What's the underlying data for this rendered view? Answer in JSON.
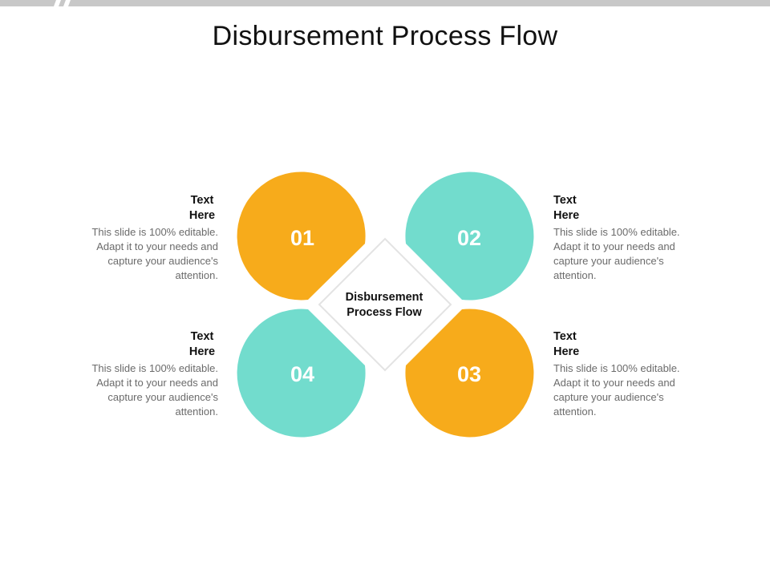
{
  "title": "Disbursement Process Flow",
  "center_label": "Disbursement Process Flow",
  "colors": {
    "orange": "#F7AB1B",
    "teal": "#72DCCD",
    "top_bar": "#C8C8C8",
    "diamond_border": "#E3E3E3"
  },
  "petals": [
    {
      "number": "01",
      "color": "orange"
    },
    {
      "number": "02",
      "color": "teal"
    },
    {
      "number": "03",
      "color": "orange"
    },
    {
      "number": "04",
      "color": "teal"
    }
  ],
  "text_blocks": [
    {
      "heading": "Text Here",
      "body": "This slide is 100% editable. Adapt it to your needs and capture your audience's attention."
    },
    {
      "heading": "Text Here",
      "body": "This slide is 100% editable. Adapt it to your needs and capture your audience's attention."
    },
    {
      "heading": "Text Here",
      "body": "This slide is 100% editable. Adapt it to your needs and capture your audience's attention."
    },
    {
      "heading": "Text Here",
      "body": "This slide is 100% editable. Adapt it to your needs and capture your audience's attention."
    }
  ]
}
